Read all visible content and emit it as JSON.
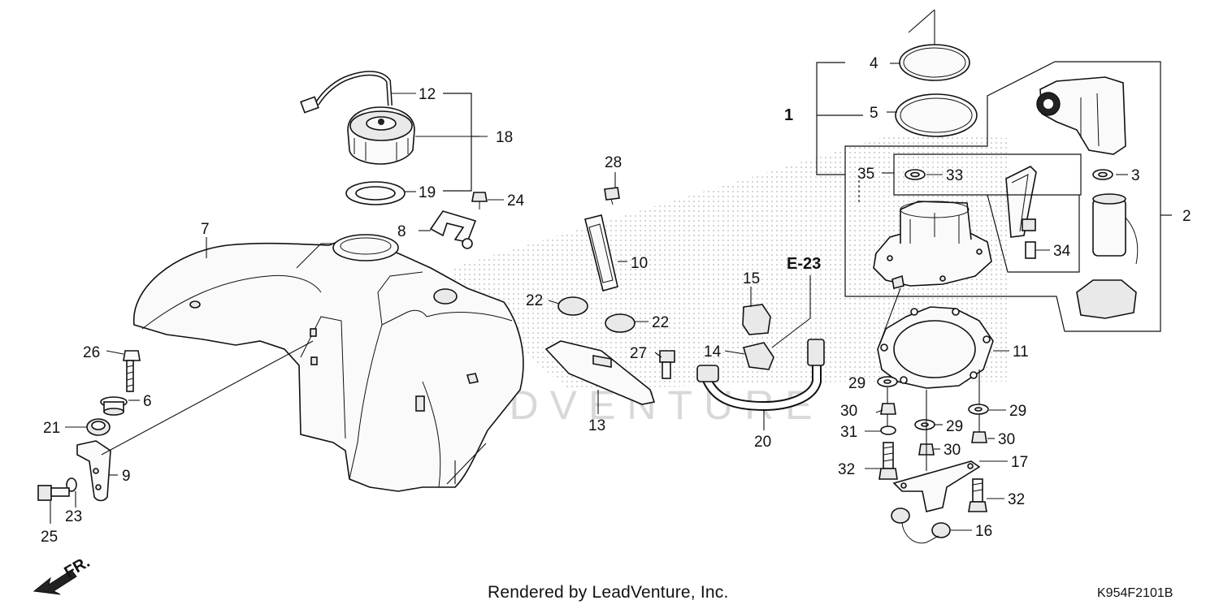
{
  "diagram": {
    "reference": "E-23",
    "callouts": [
      "1",
      "2",
      "3",
      "4",
      "5",
      "6",
      "7",
      "8",
      "9",
      "10",
      "11",
      "12",
      "13",
      "14",
      "15",
      "16",
      "17",
      "18",
      "19",
      "20",
      "21",
      "22",
      "23",
      "24",
      "25",
      "26",
      "27",
      "28",
      "29",
      "30",
      "31",
      "32",
      "33",
      "34",
      "35"
    ],
    "front_marker": "FR.",
    "watermark": "LEADVENTURE"
  },
  "footer": {
    "rendered_by": "Rendered by LeadVenture, Inc.",
    "diagram_code": "K954F2101B"
  }
}
